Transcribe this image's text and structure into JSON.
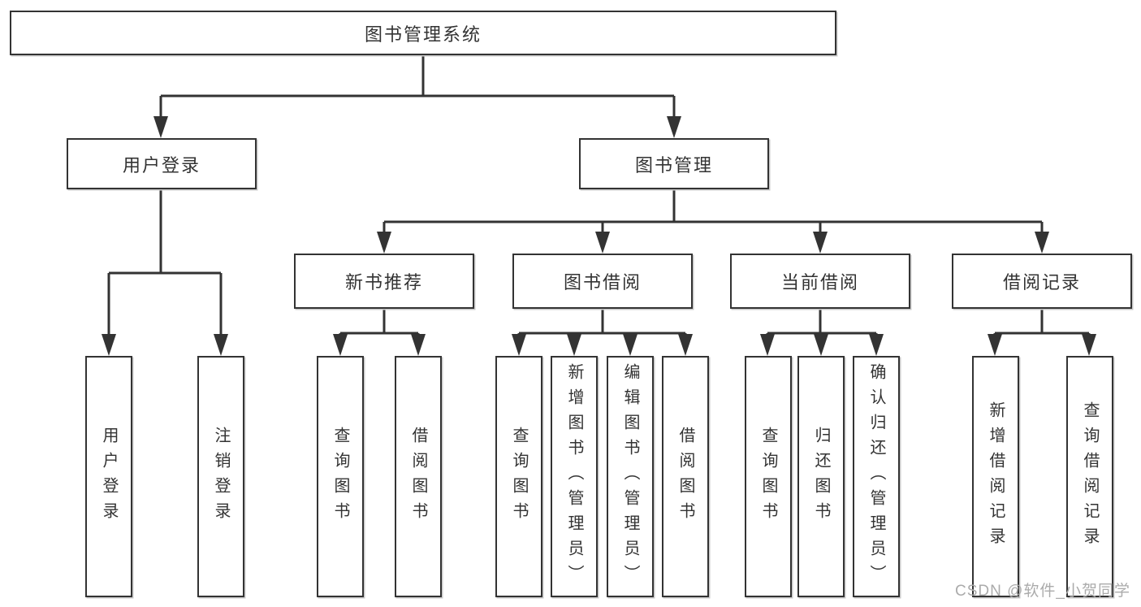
{
  "diagram_title": "图书管理系统",
  "hierarchy": {
    "root": "图书管理系统",
    "children": [
      {
        "label": "用户登录",
        "children": [
          {
            "label": "用户登录"
          },
          {
            "label": "注销登录"
          }
        ]
      },
      {
        "label": "图书管理",
        "children": [
          {
            "label": "新书推荐",
            "children": [
              {
                "label": "查询图书"
              },
              {
                "label": "借阅图书"
              }
            ]
          },
          {
            "label": "图书借阅",
            "children": [
              {
                "label": "查询图书"
              },
              {
                "label": "新增图书（管理员）"
              },
              {
                "label": "编辑图书（管理员）"
              },
              {
                "label": "借阅图书"
              }
            ]
          },
          {
            "label": "当前借阅",
            "children": [
              {
                "label": "查询图书"
              },
              {
                "label": "归还图书"
              },
              {
                "label": "确认归还（管理员）"
              }
            ]
          },
          {
            "label": "借阅记录",
            "children": [
              {
                "label": "新增借阅记录"
              },
              {
                "label": "查询借阅记录"
              }
            ]
          }
        ]
      }
    ]
  },
  "watermark": {
    "text": "CSDN @软件_小贺同学"
  },
  "colors": {
    "line": "#333333",
    "box_border": "#333333",
    "box_fill": "#ffffff",
    "text": "#333333",
    "watermark": "#ababab",
    "background": "#ffffff"
  }
}
